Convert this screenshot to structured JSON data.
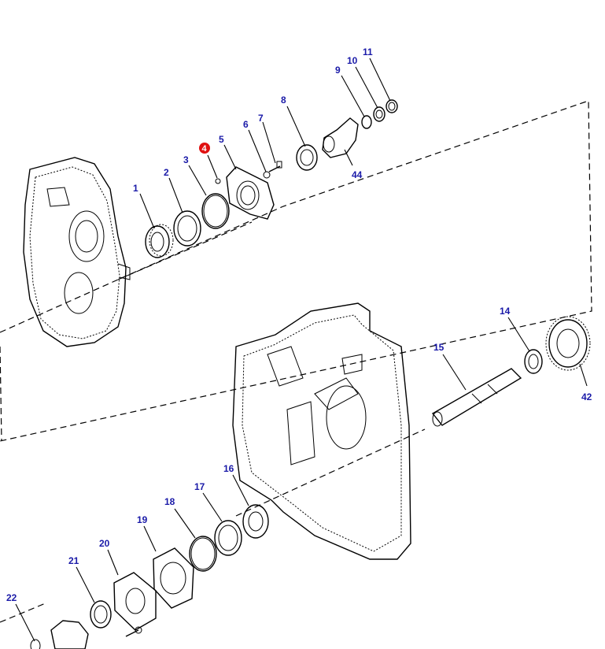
{
  "colors": {
    "label": "#1a1aa8",
    "highlight": "#e01010",
    "line": "#000000"
  },
  "callouts": [
    {
      "id": "c1",
      "text": "1"
    },
    {
      "id": "c2",
      "text": "2"
    },
    {
      "id": "c3",
      "text": "3"
    },
    {
      "id": "c4",
      "text": "4",
      "highlighted": true
    },
    {
      "id": "c5",
      "text": "5"
    },
    {
      "id": "c6",
      "text": "6"
    },
    {
      "id": "c7",
      "text": "7"
    },
    {
      "id": "c8",
      "text": "8"
    },
    {
      "id": "c9",
      "text": "9"
    },
    {
      "id": "c10",
      "text": "10"
    },
    {
      "id": "c11",
      "text": "11"
    },
    {
      "id": "c14",
      "text": "14"
    },
    {
      "id": "c15",
      "text": "15"
    },
    {
      "id": "c16",
      "text": "16"
    },
    {
      "id": "c17",
      "text": "17"
    },
    {
      "id": "c18",
      "text": "18"
    },
    {
      "id": "c19",
      "text": "19"
    },
    {
      "id": "c20",
      "text": "20"
    },
    {
      "id": "c21",
      "text": "21"
    },
    {
      "id": "c22",
      "text": "22"
    },
    {
      "id": "c42",
      "text": "42"
    },
    {
      "id": "c44",
      "text": "44"
    }
  ]
}
